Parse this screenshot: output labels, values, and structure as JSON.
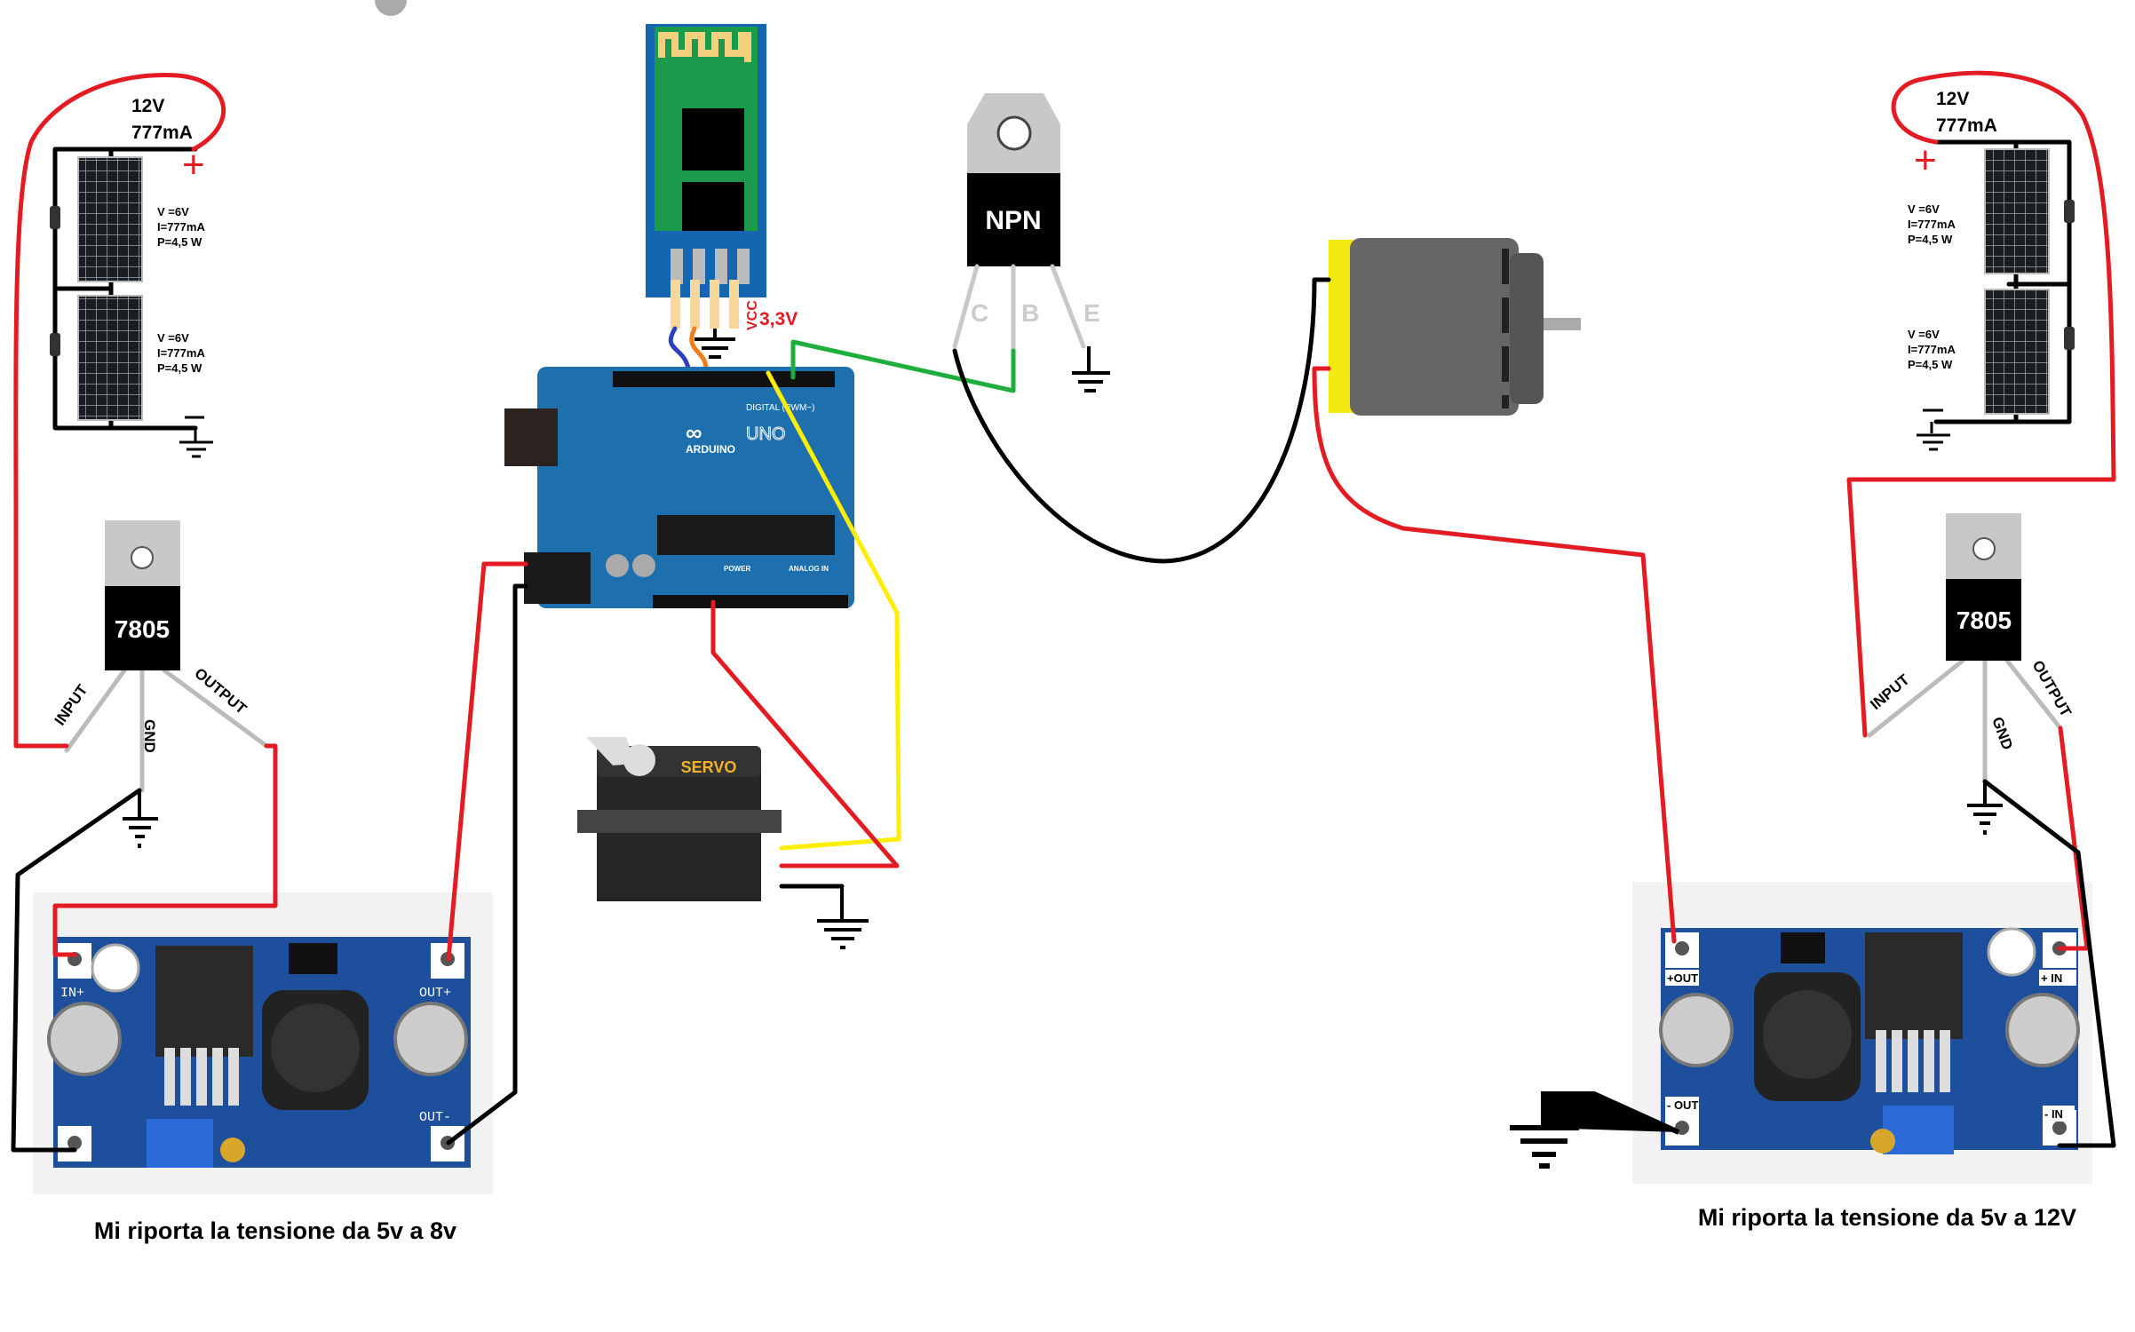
{
  "left_panel_group": {
    "total_voltage": "12V",
    "total_current": "777mA",
    "plus_sign": "+",
    "panels": [
      {
        "v": "V =6V",
        "i": "I=777mA",
        "p": "P=4,5 W"
      },
      {
        "v": "V =6V",
        "i": "I=777mA",
        "p": "P=4,5 W"
      }
    ]
  },
  "right_panel_group": {
    "total_voltage": "12V",
    "total_current": "777mA",
    "plus_sign": "+",
    "panels": [
      {
        "v": "V =6V",
        "i": "I=777mA",
        "p": "P=4,5 W"
      },
      {
        "v": "V =6V",
        "i": "I=777mA",
        "p": "P=4,5 W"
      }
    ]
  },
  "left_regulator": {
    "name": "7805",
    "input": "INPUT",
    "gnd": "GND",
    "output": "OUTPUT"
  },
  "right_regulator": {
    "name": "7805",
    "input": "INPUT",
    "gnd": "GND",
    "output": "OUTPUT"
  },
  "left_converter": {
    "in_plus": "IN+",
    "out_plus": "OUT+",
    "out_minus": "OUT-",
    "caption": "Mi riporta la tensione da 5v a 8v"
  },
  "right_converter": {
    "out_plus": "+OUT",
    "in_plus": "+ IN",
    "out_minus": "- OUT",
    "in_minus": "- IN",
    "caption": "Mi riporta la tensione da 5v a 12V"
  },
  "bluetooth": {
    "vcc": "VCC",
    "voltage": "3,3V"
  },
  "arduino": {
    "brand": "ARDUINO",
    "model": "UNO",
    "digital": "DIGITAL (PWM~)",
    "power": "POWER",
    "analog": "ANALOG IN"
  },
  "transistor": {
    "type": "NPN",
    "pins": [
      "C",
      "B",
      "E"
    ]
  },
  "servo": {
    "label": "SERVO"
  },
  "colors": {
    "wire_red": "#e31b23",
    "wire_black": "#000000",
    "wire_yellow": "#ffee00",
    "wire_green": "#1fae3c",
    "pcb_blue": "#1d4f9c",
    "bt_green": "#1a9a4a"
  }
}
